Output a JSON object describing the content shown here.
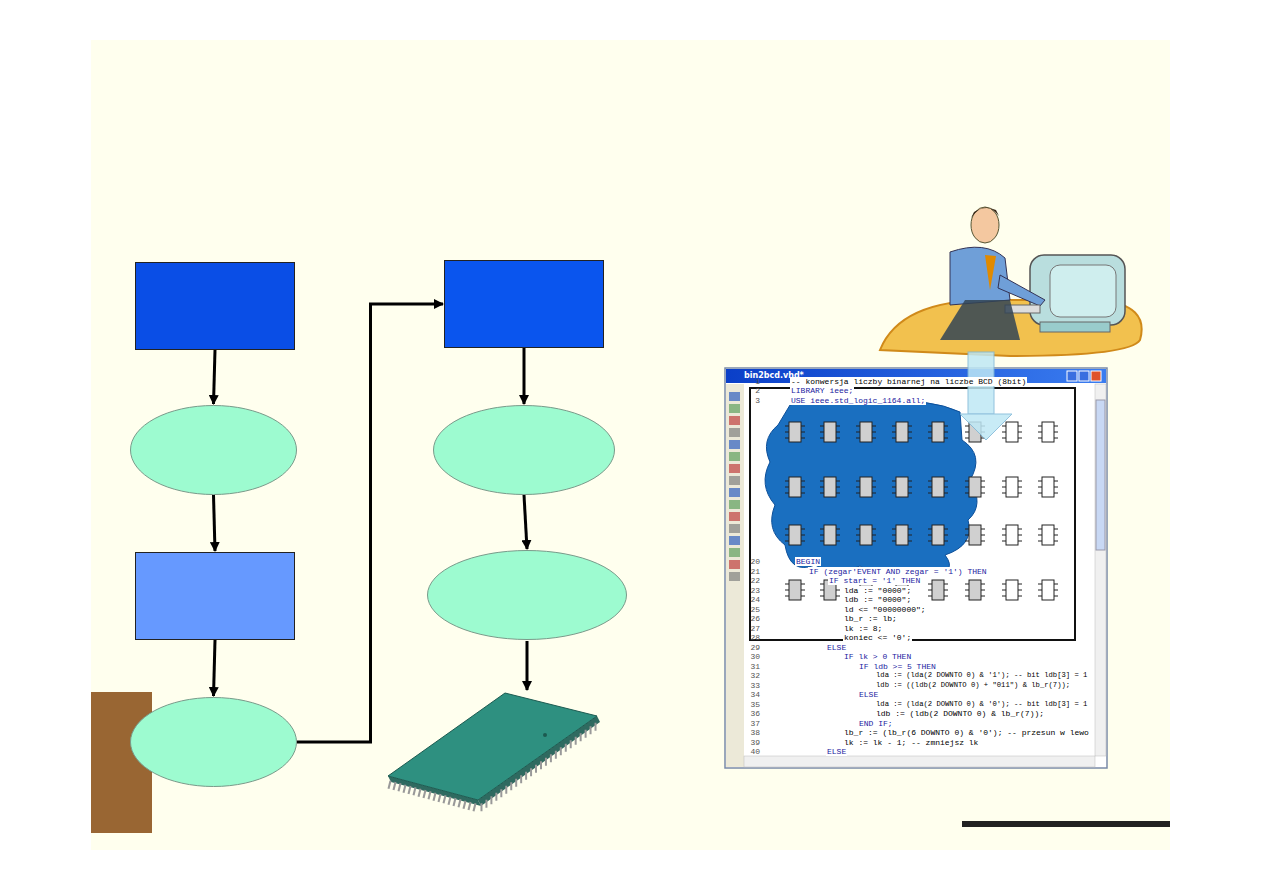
{
  "diagram": {
    "nodes": [
      {
        "text": []
      },
      {
        "text": []
      },
      {
        "text": []
      },
      {
        "text": []
      },
      {
        "text": []
      },
      {
        "text": []
      },
      {
        "text": []
      }
    ],
    "edges": [
      {
        "from": 0,
        "to": 1,
        "arrow": "to"
      },
      {
        "from": 1,
        "to": 2,
        "arrow": "to"
      },
      {
        "from": 2,
        "to": 3,
        "arrow": "to"
      },
      {
        "from": 3,
        "to": 4,
        "arrow": "to"
      },
      {
        "from": 4,
        "to": 5,
        "arrow": "to"
      },
      {
        "from": 5,
        "to": 6,
        "arrow": "to"
      }
    ],
    "labels": [
      "bin2bcd.vhd*",
      "1",
      "-- konwersja liczby binarnej na liczbe BCD (8bit)",
      "2",
      "LIBRARY ieee;",
      "3",
      "USE ieee.std_logic_1164.all;",
      "20",
      "BEGIN",
      "21",
      "IF (zegar'EVENT AND zegar = '1') THEN",
      "22",
      "IF start = '1' THEN",
      "23",
      "lda := \"0000\";",
      "24",
      "ldb := \"0000\";",
      "25",
      "ld <= \"00000000\";",
      "26",
      "lb_r := lb;",
      "27",
      "lk := 8;",
      "28",
      "koniec <= '0';",
      "29",
      "ELSE",
      "30",
      "IF lk > 0 THEN",
      "31",
      "IF ldb >= 5 THEN",
      "32",
      "lda := (lda(2 DOWNTO 0) & '1'); -- bit ldb[3] = 1",
      "33",
      "ldb := ((ldb(2 DOWNTO 0) + \"011\") & lb_r(7));",
      "34",
      "ELSE",
      "35",
      "lda := (lda(2 DOWNTO 0) & '0'); -- bit ldb[3] = 1",
      "36",
      "ldb := (ldb(2 DOWNTO 0) & lb_r(7));",
      "37",
      "END IF;",
      "38",
      "lb_r := (lb_r(6 DOWNTO 0) & '0'); -- przesun w lewo",
      "39",
      "lk := lk - 1; -- zmniejsz lk",
      "40",
      "ELSE"
    ]
  }
}
